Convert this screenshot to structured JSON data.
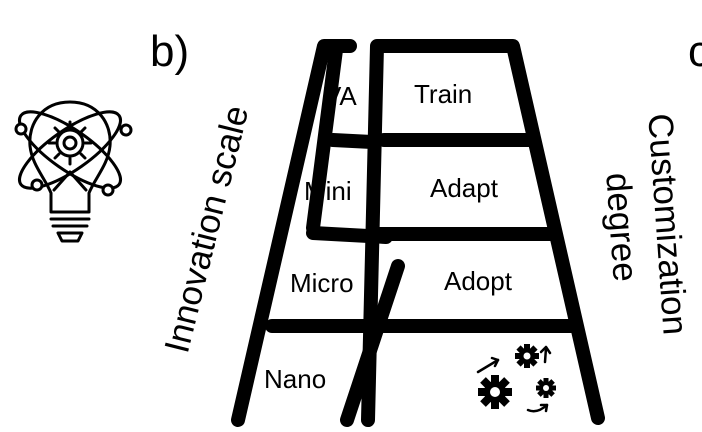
{
  "panel_label": "b)",
  "next_panel_label_fragment": "c",
  "left_ladder": {
    "axis_label": "Innovation scale",
    "rungs": [
      "VA",
      "Mini",
      "Micro",
      "Nano"
    ]
  },
  "right_ladder": {
    "axis_label_line1": "Customization",
    "axis_label_line2": "degree",
    "rungs": [
      "Train",
      "Adapt",
      "Adopt"
    ],
    "bottom_icon": "gears-arrows-icon"
  },
  "left_icon": "lightbulb-gear-orbit-icon",
  "colors": {
    "ink": "#000000",
    "background": "#ffffff"
  }
}
